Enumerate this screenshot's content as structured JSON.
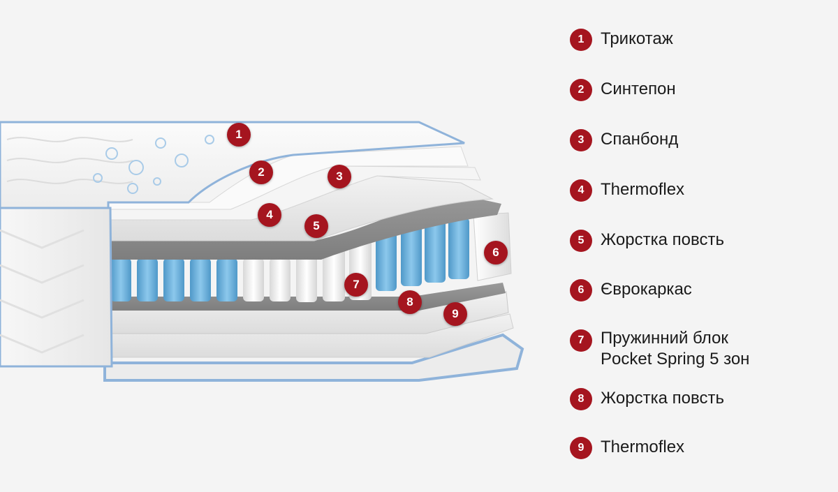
{
  "diagram": {
    "markers": [
      "1",
      "2",
      "3",
      "4",
      "5",
      "6",
      "7",
      "8",
      "9"
    ],
    "legend": [
      {
        "number": "1",
        "lines": [
          "Трикотаж"
        ]
      },
      {
        "number": "2",
        "lines": [
          "Синтепон"
        ]
      },
      {
        "number": "3",
        "lines": [
          "Спанбонд"
        ]
      },
      {
        "number": "4",
        "lines": [
          "Thermoflex"
        ]
      },
      {
        "number": "5",
        "lines": [
          "Жорстка повсть"
        ]
      },
      {
        "number": "6",
        "lines": [
          "Єврокаркас"
        ]
      },
      {
        "number": "7",
        "lines": [
          "Пружинний блок",
          "Pocket Spring 5 зон"
        ]
      },
      {
        "number": "8",
        "lines": [
          "Жорстка повсть"
        ]
      },
      {
        "number": "9",
        "lines": [
          "Thermoflex"
        ]
      }
    ]
  },
  "colors": {
    "badge": "#a5151f",
    "background": "#f4f4f4",
    "spring_blue": "#6fb4dc",
    "spring_white": "#f2f2f2",
    "felt_gray": "#8e8e8e",
    "piping": "#8fb3da"
  }
}
